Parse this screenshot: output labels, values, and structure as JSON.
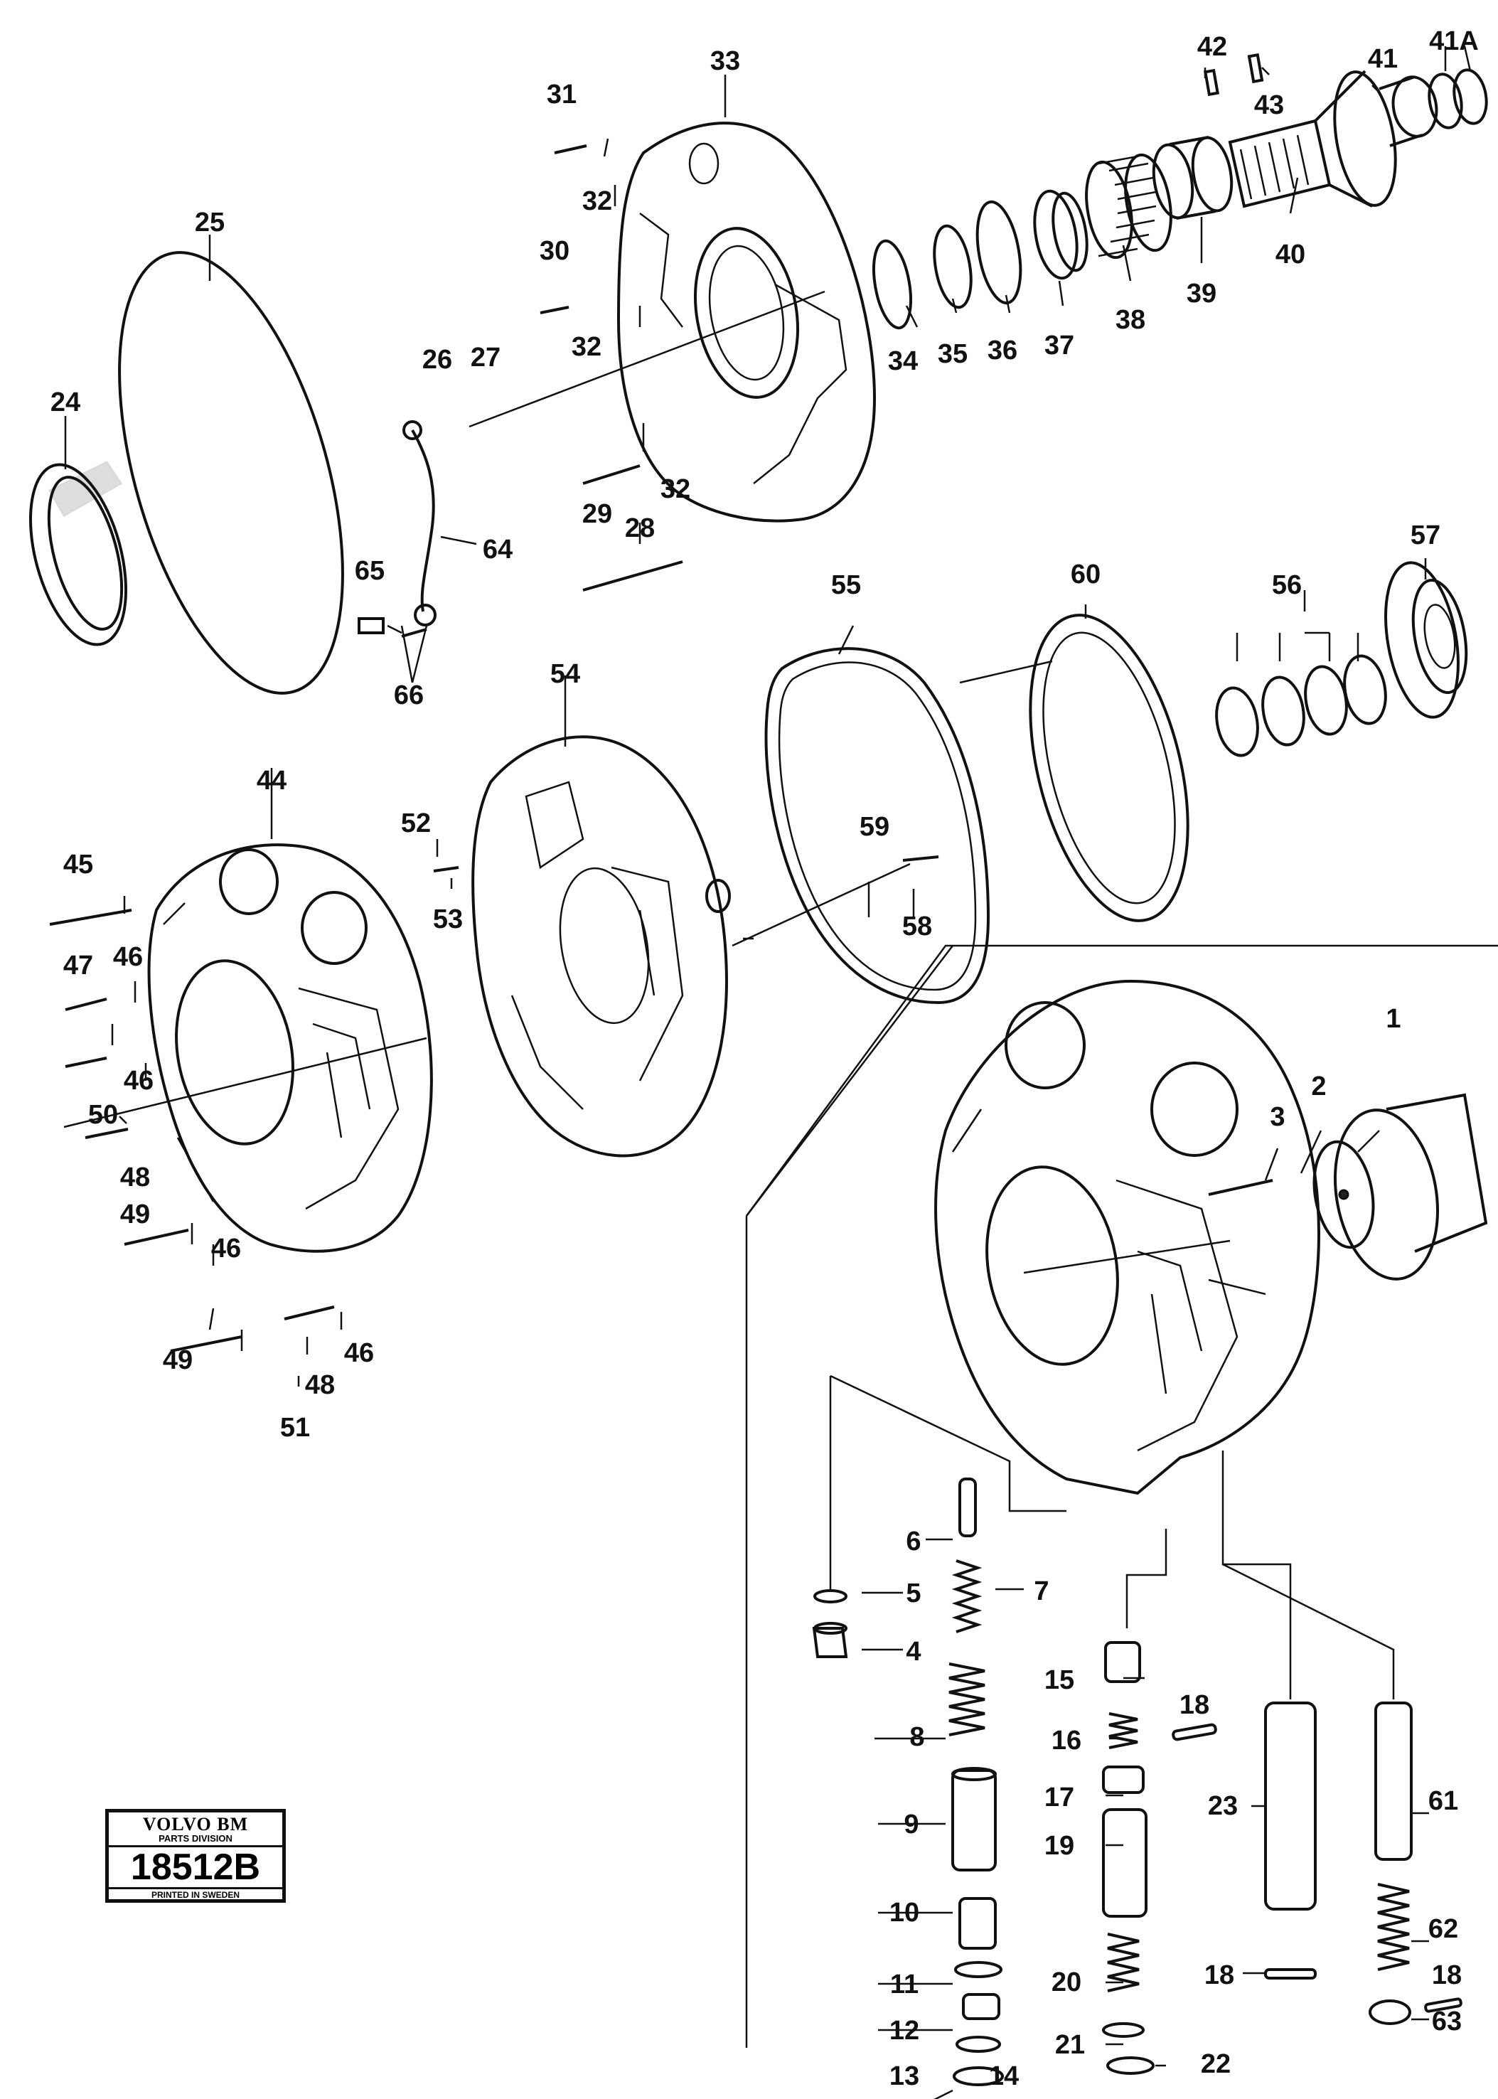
{
  "stamp": {
    "brand": "VOLVO BM",
    "division": "PARTS DIVISION",
    "number": "18512B",
    "printed": "PRINTED IN SWEDEN"
  },
  "labels": [
    "1",
    "2",
    "3",
    "4",
    "5",
    "6",
    "7",
    "8",
    "9",
    "10",
    "11",
    "12",
    "13",
    "14",
    "15",
    "16",
    "17",
    "18",
    "19",
    "20",
    "21",
    "22",
    "23",
    "24",
    "25",
    "26",
    "27",
    "28",
    "29",
    "30",
    "31",
    "32",
    "33",
    "34",
    "35",
    "36",
    "37",
    "38",
    "39",
    "40",
    "41",
    "41A",
    "42",
    "43",
    "44",
    "45",
    "46",
    "47",
    "48",
    "49",
    "50",
    "51",
    "52",
    "53",
    "54",
    "55",
    "56",
    "57",
    "58",
    "59",
    "60",
    "61",
    "62",
    "63",
    "64",
    "65",
    "66"
  ]
}
